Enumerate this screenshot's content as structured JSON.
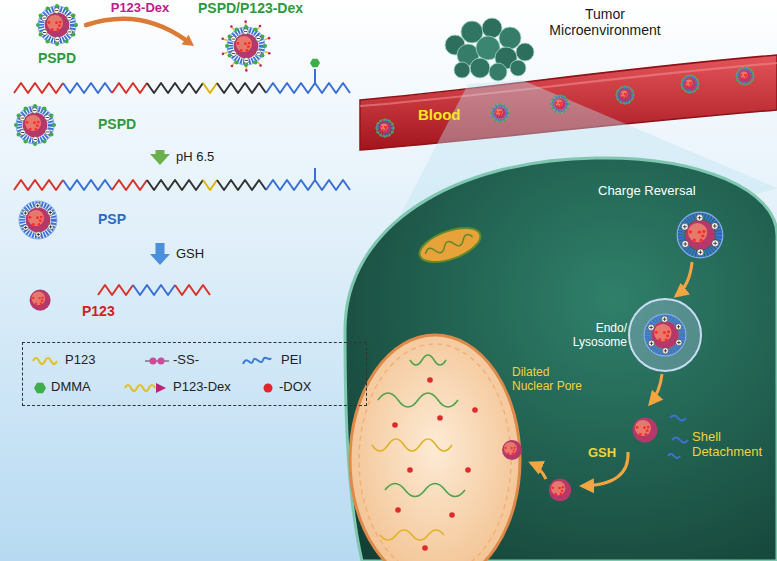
{
  "diagram": {
    "nodes": [
      {
        "text": [
          "PSPD"
        ]
      },
      {
        "text": [
          "PSPD/P123-Dex"
        ]
      },
      {
        "text": [
          "PSPD"
        ]
      },
      {
        "text": [
          "PSP"
        ]
      },
      {
        "text": [
          "P123"
        ]
      }
    ],
    "edges": [
      {
        "from": 0,
        "to": 1,
        "arrow": "to",
        "label": "P123-Dex"
      },
      {
        "from": 2,
        "to": 3,
        "arrow": "to",
        "label": "pH 6.5"
      },
      {
        "from": 3,
        "to": 4,
        "arrow": "to",
        "label": "GSH"
      }
    ],
    "labels": [
      "Tumor Microenvironment",
      "Blood",
      "Charge Reversal",
      "Endo/ Lysosome",
      "Dilated Nuclear Pore",
      "GSH",
      "Shell Detachment"
    ],
    "legend": [
      {
        "text": "P123"
      },
      {
        "text": "-SS-"
      },
      {
        "text": "PEI"
      },
      {
        "text": "DMMA",
        "color": "#3fae49"
      },
      {
        "text": "P123-Dex"
      },
      {
        "text": "-DOX",
        "color": "#e0262a"
      }
    ]
  }
}
